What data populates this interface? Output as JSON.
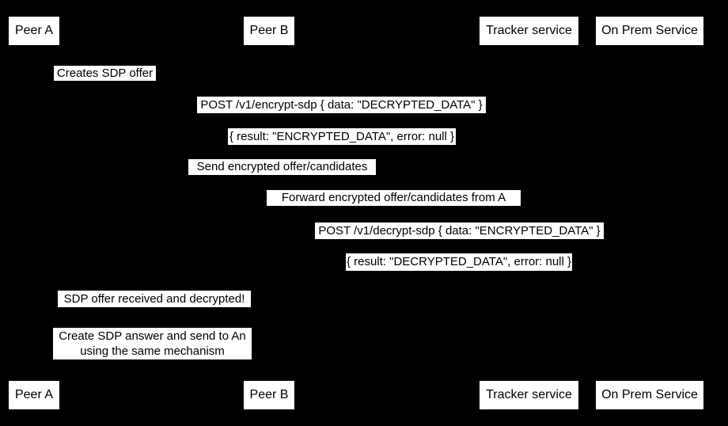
{
  "diagram_type": "sequence-diagram",
  "colors": {
    "background": "#000000",
    "box_fill": "#ffffff",
    "text": "#000000"
  },
  "participants": [
    {
      "label": "Peer A"
    },
    {
      "label": "Peer B"
    },
    {
      "label": "Tracker service"
    },
    {
      "label": "On Prem Service"
    }
  ],
  "messages": [
    {
      "text": "Creates SDP offer"
    },
    {
      "text": "POST /v1/encrypt-sdp { data: \"DECRYPTED_DATA\" }"
    },
    {
      "text": "{ result: \"ENCRYPTED_DATA\", error: null }"
    },
    {
      "text": "Send encrypted offer/candidates"
    },
    {
      "text": "Forward encrypted offer/candidates from A"
    },
    {
      "text": "POST /v1/decrypt-sdp { data: \"ENCRYPTED_DATA\" }"
    },
    {
      "text": "{ result: \"DECRYPTED_DATA\", error: null }"
    },
    {
      "text": "SDP offer received and decrypted!"
    }
  ],
  "note": {
    "line1": "Create SDP answer and send to An",
    "line2": "using the same mechanism"
  }
}
